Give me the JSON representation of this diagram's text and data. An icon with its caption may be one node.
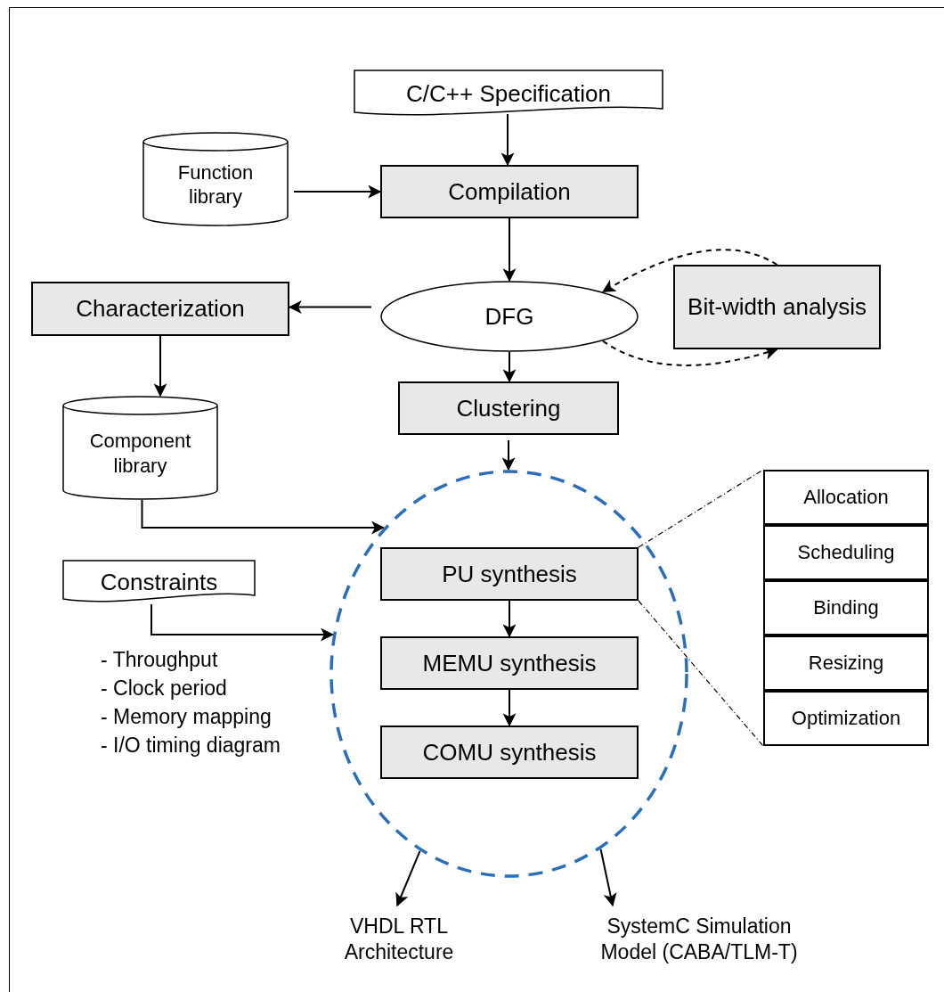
{
  "diagram": {
    "nodes": [
      {
        "text": [
          "C/C++ Specification"
        ]
      },
      {
        "text": [
          "Function library"
        ]
      },
      {
        "text": [
          "Compilation"
        ]
      },
      {
        "text": [
          "DFG"
        ]
      },
      {
        "text": [
          "Bit-width analysis"
        ]
      },
      {
        "text": [
          "Characterization"
        ]
      },
      {
        "text": [
          "Component library"
        ]
      },
      {
        "text": [
          "Clustering"
        ]
      },
      {
        "text": [],
        "shape": "ellipse"
      },
      {
        "text": [
          "PU synthesis"
        ],
        "in": 8
      },
      {
        "text": [
          "MEMU synthesis"
        ],
        "in": 8
      },
      {
        "text": [
          "COMU synthesis"
        ],
        "in": 8
      },
      {
        "text": [
          "Constraints"
        ]
      },
      {
        "text": [
          "Allocation"
        ]
      },
      {
        "text": [
          "Scheduling"
        ]
      },
      {
        "text": [
          "Binding"
        ]
      },
      {
        "text": [
          "Resizing"
        ]
      },
      {
        "text": [
          "Optimization"
        ]
      },
      {
        "text": [
          "VHDL RTL Architecture"
        ]
      },
      {
        "text": [
          "SystemC Simulation Model (CABA/TLM-T)"
        ]
      }
    ],
    "edges": [
      {
        "from": 0,
        "to": 2,
        "arrow": "to"
      },
      {
        "from": 1,
        "to": 2,
        "arrow": "to"
      },
      {
        "from": 2,
        "to": 3,
        "arrow": "to"
      },
      {
        "from": 3,
        "to": 5,
        "arrow": "to"
      },
      {
        "from": 3,
        "to": 7,
        "arrow": "to"
      },
      {
        "from": 3,
        "to": 4,
        "arrow": "to",
        "style": "dashed"
      },
      {
        "from": 4,
        "to": 3,
        "arrow": "to",
        "style": "dashed"
      },
      {
        "from": 5,
        "to": 6,
        "arrow": "to"
      },
      {
        "from": 7,
        "to": 8,
        "arrow": "to"
      },
      {
        "from": 6,
        "to": 8,
        "arrow": "to"
      },
      {
        "from": 12,
        "to": 8,
        "arrow": "to"
      },
      {
        "from": 9,
        "to": 10,
        "arrow": "to"
      },
      {
        "from": 10,
        "to": 11,
        "arrow": "to"
      },
      {
        "from": 8,
        "to": 18,
        "arrow": "to"
      },
      {
        "from": 8,
        "to": 19,
        "arrow": "to"
      },
      {
        "from": 9,
        "to": 13,
        "arrow": "none",
        "style": "dashed"
      },
      {
        "from": 9,
        "to": 17,
        "arrow": "none",
        "style": "dashed"
      }
    ],
    "labels": [
      "- Throughput",
      "- Clock period",
      "- Memory mapping",
      "- I/O timing diagram"
    ]
  }
}
